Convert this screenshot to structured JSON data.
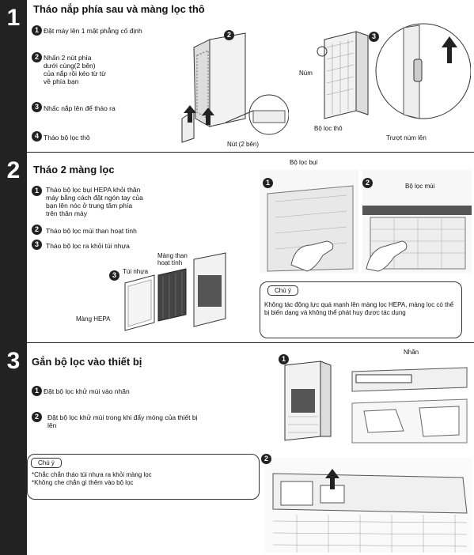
{
  "s1": {
    "num": "1",
    "title": "Tháo nắp phía sau và màng lọc thô",
    "steps": [
      "Đặt máy lên 1 mặt phẳng cố định",
      "Nhấn 2 nút phía dưới cùng(2 bên) của nắp rồi kéo từ từ về phía bạn",
      "Nhấc nắp lên để tháo ra",
      "Tháo bộ lọc thô"
    ],
    "labels": {
      "n2": "2",
      "n3": "3",
      "num": "Núm",
      "filter": "Bộ lọc thô",
      "slide": "Trượt núm lên",
      "button": "Nút (2 bên)"
    }
  },
  "s2": {
    "num": "2",
    "title": "Tháo 2 màng lọc",
    "steps": [
      "Tháo bộ lọc bụi HEPA khỏi thân máy bằng cách đặt ngón tay của bạn lên nóc ở trung tâm phía trên thân máy",
      "Tháo bộ lọc mùi than hoạt tính",
      "Tháo bộ lọc ra khỏi túi nhựa"
    ],
    "labels": {
      "dust": "Bộ lọc bụi",
      "smell": "Bộ lọc mùi",
      "bag": "Túi nhựa",
      "carbon": "Màng than hoạt tính",
      "hepa": "Màng HEPA",
      "m3": "3",
      "p1": "1",
      "p2": "2"
    },
    "note_tag": "Chú ý",
    "note": "Không tác động lực quá mạnh lên màng lọc HEPA, màng lọc có thể bị biến dạng và không thể phát huy được tác dụng"
  },
  "s3": {
    "num": "3",
    "title": "Gắn bộ lọc vào thiết bị",
    "steps": [
      "Đặt bộ lọc khử mùi vào nhãn",
      "Đặt bộ lọc khử mùi trong khi đẩy móng của thiết bị lên"
    ],
    "labels": {
      "tag": "Nhãn",
      "p1": "1",
      "p2": "2"
    },
    "note_tag": "Chú ý",
    "note_lines": [
      "*Chắc chắn tháo túi nhựa ra khỏi màng lọc",
      "*Không che chắn gì thêm vào bộ lọc"
    ]
  }
}
